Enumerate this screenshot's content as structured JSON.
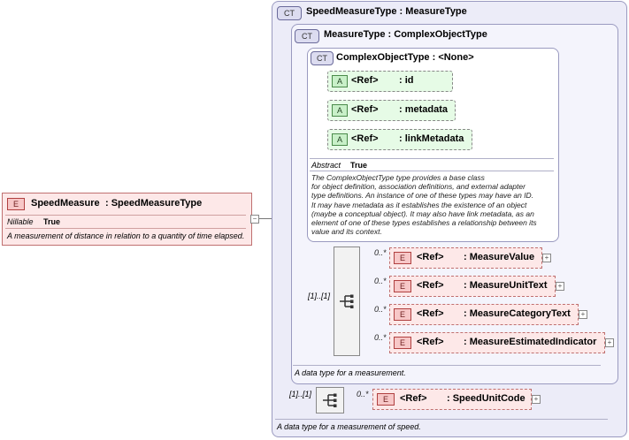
{
  "root": {
    "badge": "E",
    "name": "SpeedMeasure",
    "type": ": SpeedMeasureType",
    "nillable_label": "Nillable",
    "nillable_value": "True",
    "description": "A measurement of distance in relation to a quantity of time elapsed."
  },
  "speed_measure_type": {
    "badge": "CT",
    "title": "SpeedMeasureType : MeasureType",
    "description": "A data type for a measurement of speed.",
    "seq_cardinality": "[1]..[1]",
    "unit_code": {
      "badge": "E",
      "ref": "<Ref>",
      "name": ": SpeedUnitCode",
      "cardinality": "0..*"
    }
  },
  "measure_type": {
    "badge": "CT",
    "title": "MeasureType : ComplexObjectType",
    "description": "A data type for a measurement.",
    "seq_cardinality": "[1]..[1]",
    "elements": [
      {
        "badge": "E",
        "ref": "<Ref>",
        "name": ": MeasureValue",
        "cardinality": "0..*"
      },
      {
        "badge": "E",
        "ref": "<Ref>",
        "name": ": MeasureUnitText",
        "cardinality": "0..*"
      },
      {
        "badge": "E",
        "ref": "<Ref>",
        "name": ": MeasureCategoryText",
        "cardinality": "0..*"
      },
      {
        "badge": "E",
        "ref": "<Ref>",
        "name": ": MeasureEstimatedIndicator",
        "cardinality": "0..*"
      }
    ]
  },
  "complex_object_type": {
    "badge": "CT",
    "title": "ComplexObjectType : <None>",
    "attributes": [
      {
        "badge": "A",
        "ref": "<Ref>",
        "name": ": id"
      },
      {
        "badge": "A",
        "ref": "<Ref>",
        "name": ": metadata"
      },
      {
        "badge": "A",
        "ref": "<Ref>",
        "name": ": linkMetadata"
      }
    ],
    "abstract_label": "Abstract",
    "abstract_value": "True",
    "description_lines": [
      "The ComplexObjectType type provides a base class",
      "for object definition, association definitions, and external adapter",
      "type definitions. An instance of one of these types may have an ID.",
      "It may have metadata as it establishes the existence of an object",
      "(maybe a conceptual object). It may also have link metadata, as an",
      "element of one of these types establishes a relationship between its",
      "value and its context."
    ]
  },
  "colors": {
    "element_fill": "#fde8e8",
    "attribute_fill": "#e6fbe6",
    "complex_type_fill": "#ececf8"
  }
}
